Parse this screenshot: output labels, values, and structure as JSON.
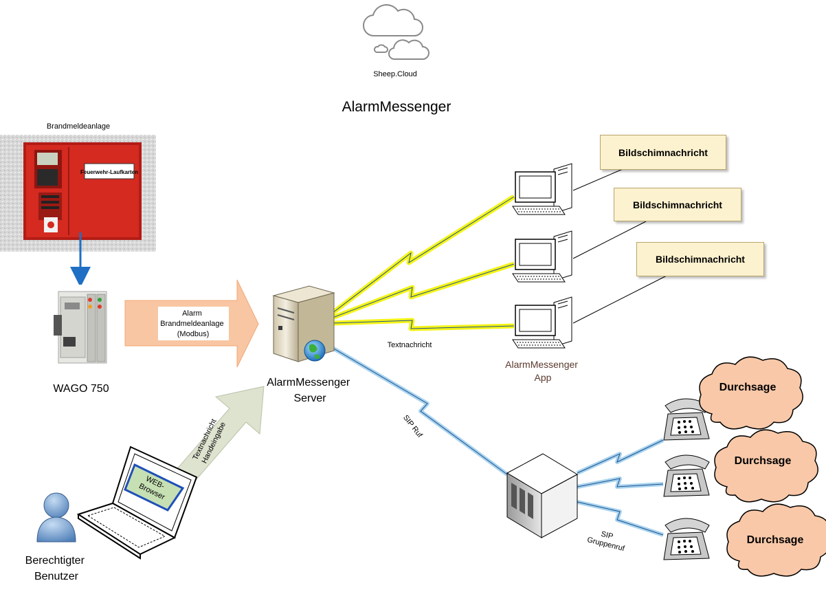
{
  "cloud_label": "Sheep.Cloud",
  "title": "AlarmMessenger",
  "fire_panel": {
    "caption": "Brandmeldeanlage",
    "door_label": "Feuerwehr-Laufkarten"
  },
  "wago_label": "WAGO 750",
  "arrow_modbus": [
    "Alarm",
    "Brandmeldeanlage",
    "(Modbus)"
  ],
  "arrow_manual": [
    "Textnachricht",
    "Handeingabe"
  ],
  "server_label": [
    "AlarmMessenger",
    "Server"
  ],
  "browser_label": [
    "WEB-",
    "Browser"
  ],
  "user_label": [
    "Berechtigter",
    "Benutzer"
  ],
  "link_text_message": "Textnachricht",
  "app_label": [
    "AlarmMessenger",
    "App"
  ],
  "screen_messages": [
    "Bildschimnachricht",
    "Bildschimnachricht",
    "Bildschimnachricht"
  ],
  "link_sip": "SIP Ruf",
  "link_sip_group": [
    "SIP",
    "Gruppenruf"
  ],
  "announcements": [
    "Durchsage",
    "Durchsage",
    "Durchsage"
  ],
  "colors": {
    "fire_red": "#d42a20",
    "arrow_orange": "#f8c6a2",
    "arrow_green": "#dde3cf",
    "bolt_yellow": "#f4f417",
    "bolt_blue": "#a7d3ee",
    "cloud_fill": "#f8c8a8",
    "box_fill": "#fdf2cf",
    "link_blue": "#1f4f8f"
  }
}
